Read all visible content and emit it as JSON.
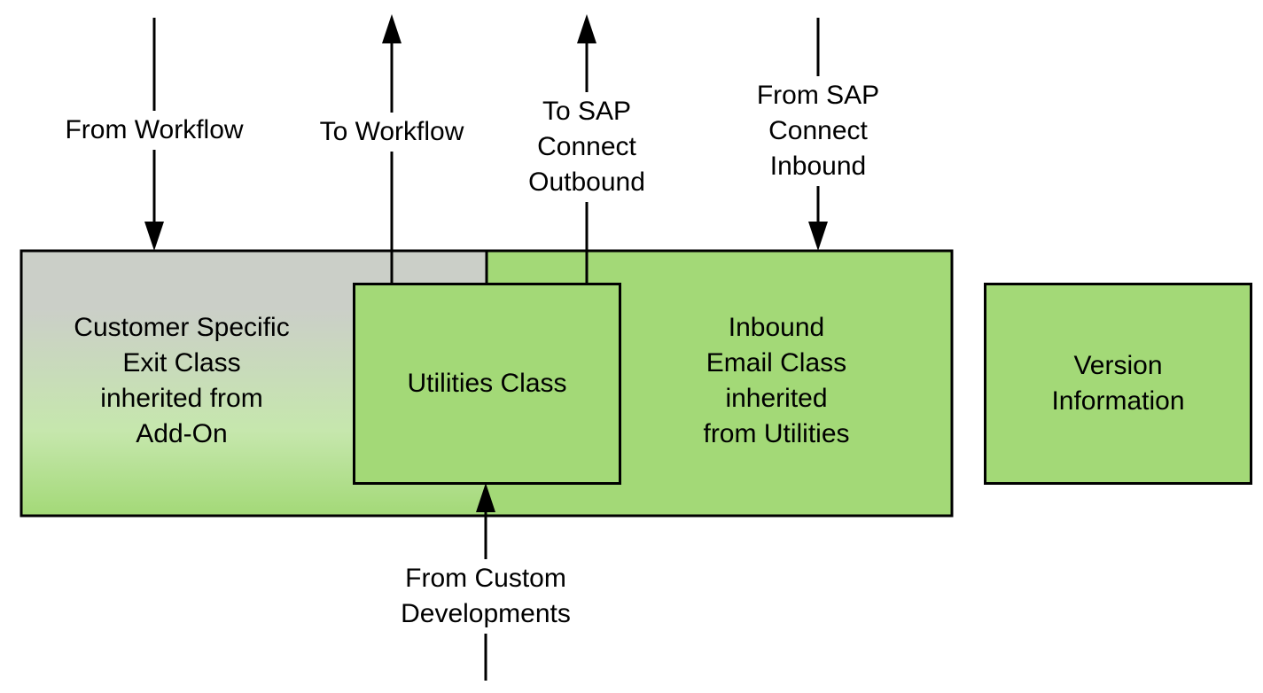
{
  "diagram": {
    "colors": {
      "green": "#a3d977",
      "light_green": "#c6e7ad",
      "grey": "#cbcfc8",
      "stroke": "#000000"
    },
    "boxes": {
      "customer_exit": "Customer Specific\nExit Class\ninherited from\nAdd-On",
      "utilities": "Utilities Class",
      "inbound_email": "Inbound\nEmail Class\ninherited\nfrom Utilities",
      "version": "Version\nInformation"
    },
    "arrows": {
      "from_workflow": "From Workflow",
      "to_workflow": "To Workflow",
      "to_sap_outbound": "To SAP\nConnect\nOutbound",
      "from_sap_inbound": "From SAP\nConnect\nInbound",
      "from_custom": "From Custom\nDevelopments"
    }
  }
}
